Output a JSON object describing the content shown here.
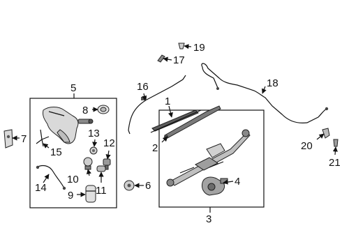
{
  "callouts": {
    "c1": "1",
    "c2": "2",
    "c3": "3",
    "c4": "4",
    "c5": "5",
    "c6": "6",
    "c7": "7",
    "c8": "8",
    "c9": "9",
    "c10": "10",
    "c11": "11",
    "c12": "12",
    "c13": "13",
    "c14": "14",
    "c15": "15",
    "c16": "16",
    "c17": "17",
    "c18": "18",
    "c19": "19",
    "c20": "20",
    "c21": "21"
  },
  "groups": {
    "left_box_label": "5",
    "center_box_label": "3"
  },
  "colors": {
    "ink": "#111111",
    "part_fill": "#d9d9d9",
    "part_dark": "#6b6b6b",
    "background": "#ffffff"
  }
}
